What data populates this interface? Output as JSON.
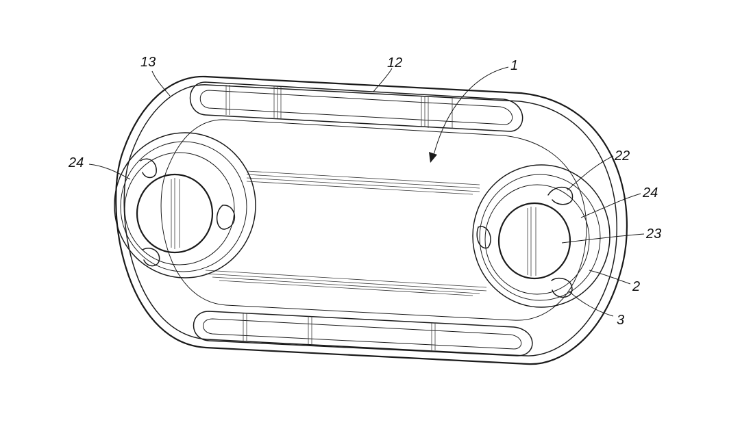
{
  "figure": {
    "labels": {
      "label_1": "1",
      "label_2": "2",
      "label_3": "3",
      "label_12": "12",
      "label_13": "13",
      "label_22": "22",
      "label_23": "23",
      "label_24_left": "24",
      "label_24_right": "24"
    },
    "ink_color": "#1a1a1a",
    "background_color": "#ffffff"
  }
}
